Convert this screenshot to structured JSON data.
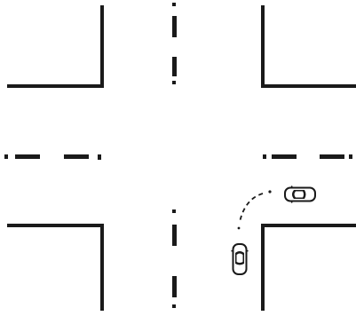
{
  "diagram": {
    "subject": "intersection",
    "colors": {
      "background": "#ffffff",
      "ink": "#1a1a1a"
    },
    "roads": [
      "vertical",
      "horizontal"
    ],
    "vehicles": [
      {
        "name": "vehicle-entering-from-right",
        "icon": "car-top-view-icon",
        "heading": "west"
      },
      {
        "name": "vehicle-at-bottom-right-corner",
        "icon": "car-top-view-icon",
        "heading": "north"
      }
    ],
    "path": {
      "icon": "dashed-turn-path",
      "from": "bottom-right-corner",
      "to": "right-road"
    }
  }
}
